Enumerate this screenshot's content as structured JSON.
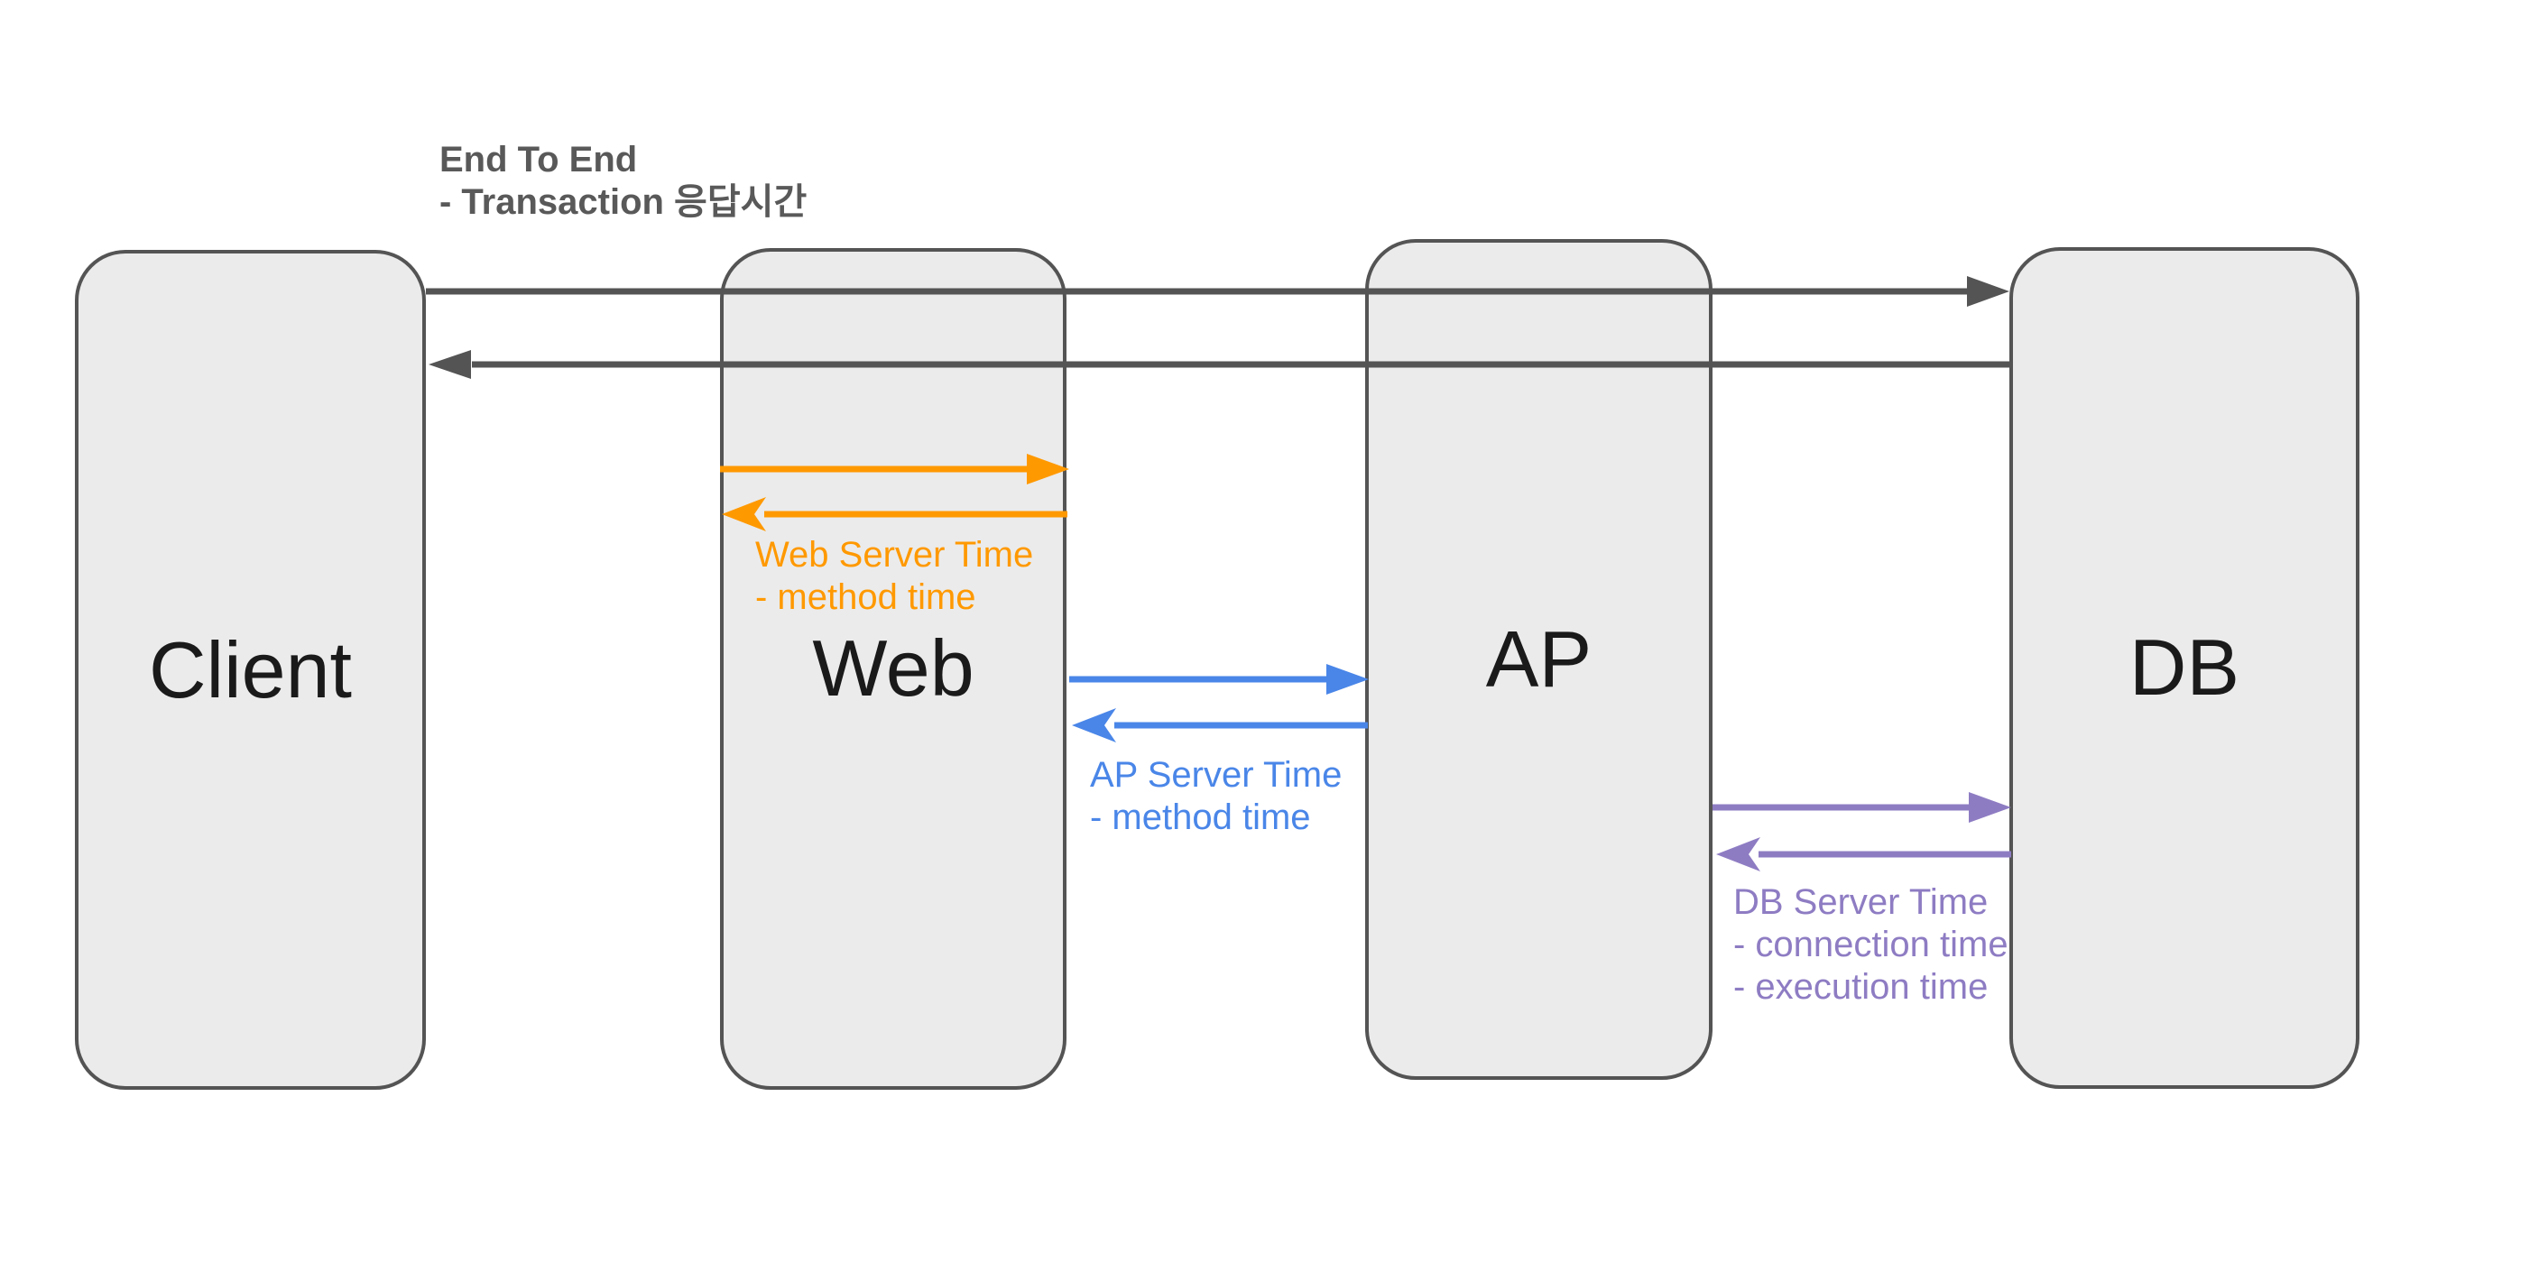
{
  "title": {
    "line1": "End To End",
    "line2": "- Transaction 응답시간"
  },
  "nodes": [
    {
      "id": "client",
      "label": "Client"
    },
    {
      "id": "web",
      "label": "Web"
    },
    {
      "id": "ap",
      "label": "AP"
    },
    {
      "id": "db",
      "label": "DB"
    }
  ],
  "annotations": {
    "web": {
      "color": "#ff9900",
      "lines": [
        "Web Server Time",
        "- method time"
      ]
    },
    "ap": {
      "color": "#4a86e8",
      "lines": [
        "AP Server Time",
        "- method time"
      ]
    },
    "db": {
      "color": "#8e7cc3",
      "lines": [
        "DB Server Time",
        "- connection time",
        "- execution time"
      ]
    }
  },
  "arrows": {
    "end_to_end_request": {
      "from": "client",
      "to": "db",
      "color": "#545454"
    },
    "end_to_end_response": {
      "from": "db",
      "to": "client",
      "color": "#545454"
    },
    "web_request": {
      "from": "web",
      "to": "web",
      "color": "#ff9900"
    },
    "web_response": {
      "from": "web",
      "to": "web",
      "color": "#ff9900"
    },
    "ap_request": {
      "from": "web",
      "to": "ap",
      "color": "#4a86e8"
    },
    "ap_response": {
      "from": "ap",
      "to": "web",
      "color": "#4a86e8"
    },
    "db_request": {
      "from": "ap",
      "to": "db",
      "color": "#8e7cc3"
    },
    "db_response": {
      "from": "db",
      "to": "ap",
      "color": "#8e7cc3"
    }
  },
  "colors": {
    "background": "#ffffff",
    "box_fill": "#ebebeb",
    "box_border": "#545454",
    "dark_arrow": "#545454",
    "title_text": "#595959",
    "node_label_text": "#1a1a1a",
    "web_time": "#ff9900",
    "ap_time": "#4a86e8",
    "db_time": "#8e7cc3"
  }
}
